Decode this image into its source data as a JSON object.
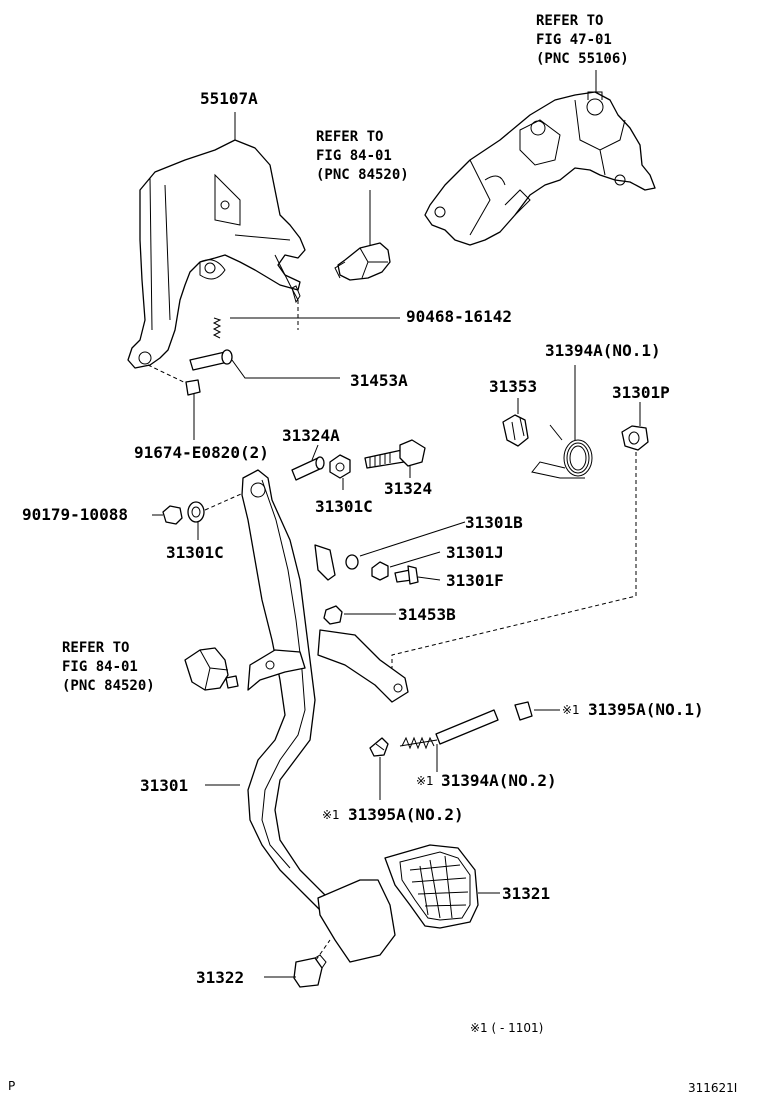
{
  "labels": {
    "p55107A": "55107A",
    "p90468": "90468-16142",
    "p31453A": "31453A",
    "p91674": "91674-E0820(2)",
    "p31324A": "31324A",
    "p31324": "31324",
    "p31301C_a": "31301C",
    "p90179": "90179-10088",
    "p31301C_b": "31301C",
    "p31301B": "31301B",
    "p31301J": "31301J",
    "p31301F": "31301F",
    "p31453B": "31453B",
    "p31394A1": "31394A(NO.1)",
    "p31353": "31353",
    "p31301P": "31301P",
    "p31395A1": "31395A(NO.1)",
    "p31394A2": "31394A(NO.2)",
    "p31395A2": "31395A(NO.2)",
    "p31301": "31301",
    "p31321": "31321",
    "p31322": "31322"
  },
  "markers": {
    "m31395A1": "※1",
    "m31394A2": "※1",
    "m31395A2": "※1"
  },
  "refs": {
    "fig47": {
      "line1": "REFER TO",
      "line2": "FIG 47-01",
      "line3": "(PNC 55106)"
    },
    "fig84_top": {
      "line1": "REFER TO",
      "line2": "FIG 84-01",
      "line3": "(PNC 84520)"
    },
    "fig84_left": {
      "line1": "REFER TO",
      "line2": "FIG 84-01",
      "line3": "(PNC 84520)"
    }
  },
  "footnote": "※1 (      - 1101)",
  "corner_left": "P",
  "corner_right": "311621I"
}
